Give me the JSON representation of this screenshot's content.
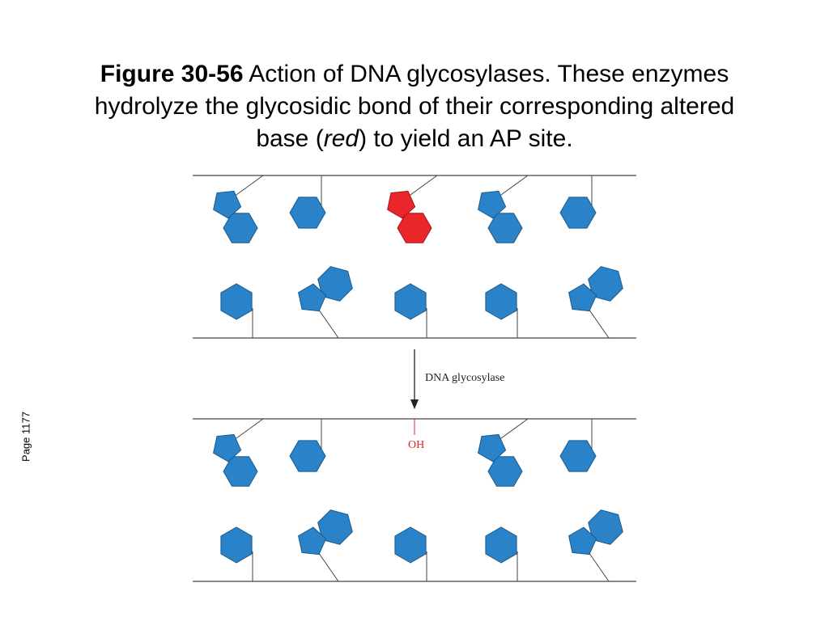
{
  "caption": {
    "figure_number": "Figure 30-56",
    "text_before_emphasis": "Action of DNA glycosylases. These enzymes hydrolyze the glycosidic bond of their corresponding altered base (",
    "emphasis": "red",
    "text_after_emphasis": ") to yield an AP site."
  },
  "page_label": "Page 1177",
  "diagram": {
    "arrow_label": "DNA glycosylase",
    "oh_label": "OH",
    "colors": {
      "base": "#2a82c8",
      "base_stroke": "#1c5a8a",
      "altered_base": "#e8262b",
      "altered_stroke": "#a31518",
      "line": "#444444",
      "oh": "#d9262b"
    },
    "before_top_strand": [
      "purine",
      "pyrimidine",
      "purine-altered",
      "purine",
      "pyrimidine"
    ],
    "before_bottom_strand": [
      "pyrimidine",
      "purine",
      "pyrimidine",
      "pyrimidine",
      "purine"
    ],
    "after_top_strand": [
      "purine",
      "pyrimidine",
      "ap-site",
      "purine",
      "pyrimidine"
    ],
    "after_bottom_strand": [
      "pyrimidine",
      "purine",
      "pyrimidine",
      "pyrimidine",
      "purine"
    ]
  }
}
